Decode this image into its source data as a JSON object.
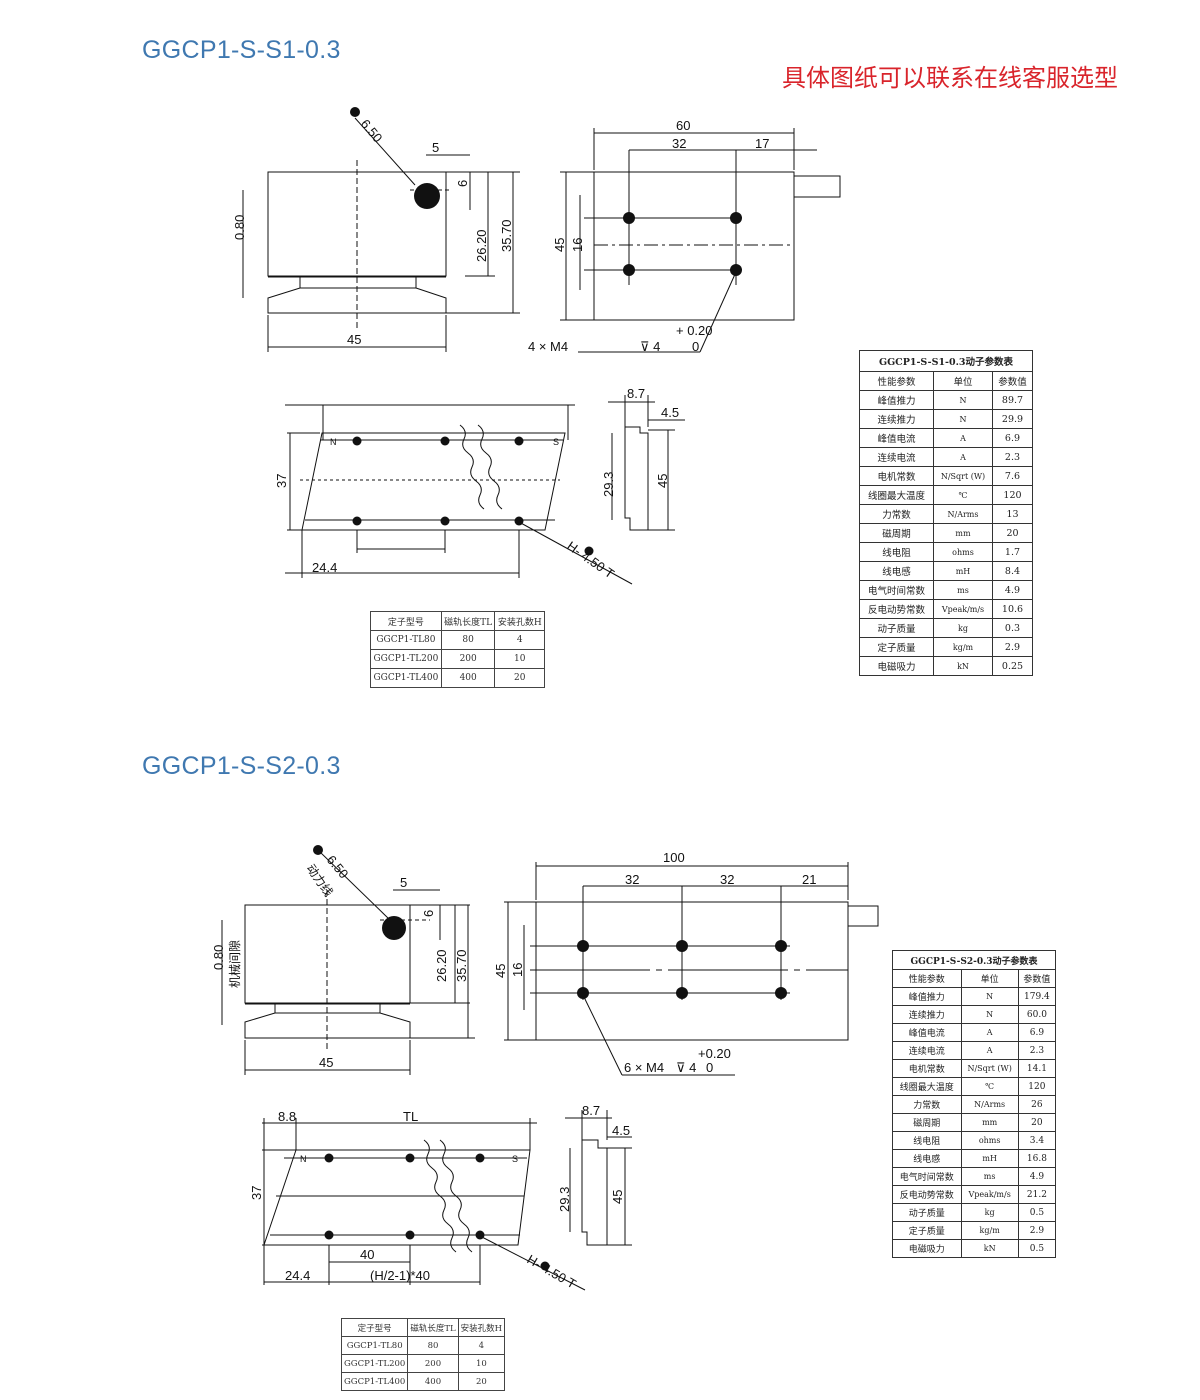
{
  "notice": "具体图纸可以联系在线客服选型",
  "s1": {
    "title": "GGCP1-S-S1-0.3",
    "dims": {
      "hole_dia": "6.50",
      "d5": "5",
      "d6": "6",
      "gap": "0.80",
      "h26": "26.20",
      "h35": "35.70",
      "w45": "45",
      "top60": "60",
      "top32": "32",
      "top17": "17",
      "side45": "45",
      "side16": "16",
      "tol": "+ 0.20",
      "tol0": "0",
      "screw": "4 × M4",
      "depth": "⊽ 4",
      "h37": "37",
      "p244": "24.4",
      "n": "N",
      "s": "S",
      "hole_note": "H-  4.50 T",
      "r87": "8.7",
      "r45": "4.5",
      "r293": "29.3",
      "r45b": "45"
    },
    "params": {
      "title": "GGCP1-S-S1-0.3动子参数表",
      "headers": [
        "性能参数",
        "单位",
        "参数值"
      ],
      "rows": [
        [
          "峰值推力",
          "N",
          "89.7"
        ],
        [
          "连续推力",
          "N",
          "29.9"
        ],
        [
          "峰值电流",
          "A",
          "6.9"
        ],
        [
          "连续电流",
          "A",
          "2.3"
        ],
        [
          "电机常数",
          "N/Sqrt (W)",
          "7.6"
        ],
        [
          "线圈最大温度",
          "℃",
          "120"
        ],
        [
          "力常数",
          "N/Arms",
          "13"
        ],
        [
          "磁周期",
          "mm",
          "20"
        ],
        [
          "线电阻",
          "ohms",
          "1.7"
        ],
        [
          "线电感",
          "mH",
          "8.4"
        ],
        [
          "电气时间常数",
          "ms",
          "4.9"
        ],
        [
          "反电动势常数",
          "Vpeak/m/s",
          "10.6"
        ],
        [
          "动子质量",
          "kg",
          "0.3"
        ],
        [
          "定子质量",
          "kg/m",
          "2.9"
        ],
        [
          "电磁吸力",
          "kN",
          "0.25"
        ]
      ]
    },
    "stators": {
      "headers": [
        "定子型号",
        "磁轨长度TL",
        "安装孔数H"
      ],
      "rows": [
        [
          "GGCP1-TL80",
          "80",
          "4"
        ],
        [
          "GGCP1-TL200",
          "200",
          "10"
        ],
        [
          "GGCP1-TL400",
          "400",
          "20"
        ]
      ]
    }
  },
  "s2": {
    "title": "GGCP1-S-S2-0.3",
    "dims": {
      "hole_dia": "6.50",
      "power": "动力线",
      "d5": "5",
      "d6": "6",
      "gap": "0.80",
      "gap_label": "机械间隙",
      "h26": "26.20",
      "h35": "35.70",
      "w45": "45",
      "top100": "100",
      "top32a": "32",
      "top32b": "32",
      "top21": "21",
      "side45": "45",
      "side16": "16",
      "tol": "+0.20",
      "screw": "6 × M4",
      "depth": "⊽ 4",
      "tol0": "0",
      "d88": "8.8",
      "tl": "TL",
      "h37": "37",
      "d40": "40",
      "p244": "24.4",
      "pitch": "(H/2-1)*40",
      "n": "N",
      "s": "S",
      "hole_note": "H-  4.50 T",
      "r87": "8.7",
      "r45": "4.5",
      "r293": "29.3",
      "r45b": "45"
    },
    "params": {
      "title": "GGCP1-S-S2-0.3动子参数表",
      "headers": [
        "性能参数",
        "单位",
        "参数值"
      ],
      "rows": [
        [
          "峰值推力",
          "N",
          "179.4"
        ],
        [
          "连续推力",
          "N",
          "60.0"
        ],
        [
          "峰值电流",
          "A",
          "6.9"
        ],
        [
          "连续电流",
          "A",
          "2.3"
        ],
        [
          "电机常数",
          "N/Sqrt (W)",
          "14.1"
        ],
        [
          "线圈最大温度",
          "℃",
          "120"
        ],
        [
          "力常数",
          "N/Arms",
          "26"
        ],
        [
          "磁周期",
          "mm",
          "20"
        ],
        [
          "线电阻",
          "ohms",
          "3.4"
        ],
        [
          "线电感",
          "mH",
          "16.8"
        ],
        [
          "电气时间常数",
          "ms",
          "4.9"
        ],
        [
          "反电动势常数",
          "Vpeak/m/s",
          "21.2"
        ],
        [
          "动子质量",
          "kg",
          "0.5"
        ],
        [
          "定子质量",
          "kg/m",
          "2.9"
        ],
        [
          "电磁吸力",
          "kN",
          "0.5"
        ]
      ]
    },
    "stators": {
      "headers": [
        "定子型号",
        "磁轨长度TL",
        "安装孔数H"
      ],
      "rows": [
        [
          "GGCP1-TL80",
          "80",
          "4"
        ],
        [
          "GGCP1-TL200",
          "200",
          "10"
        ],
        [
          "GGCP1-TL400",
          "400",
          "20"
        ]
      ]
    }
  }
}
